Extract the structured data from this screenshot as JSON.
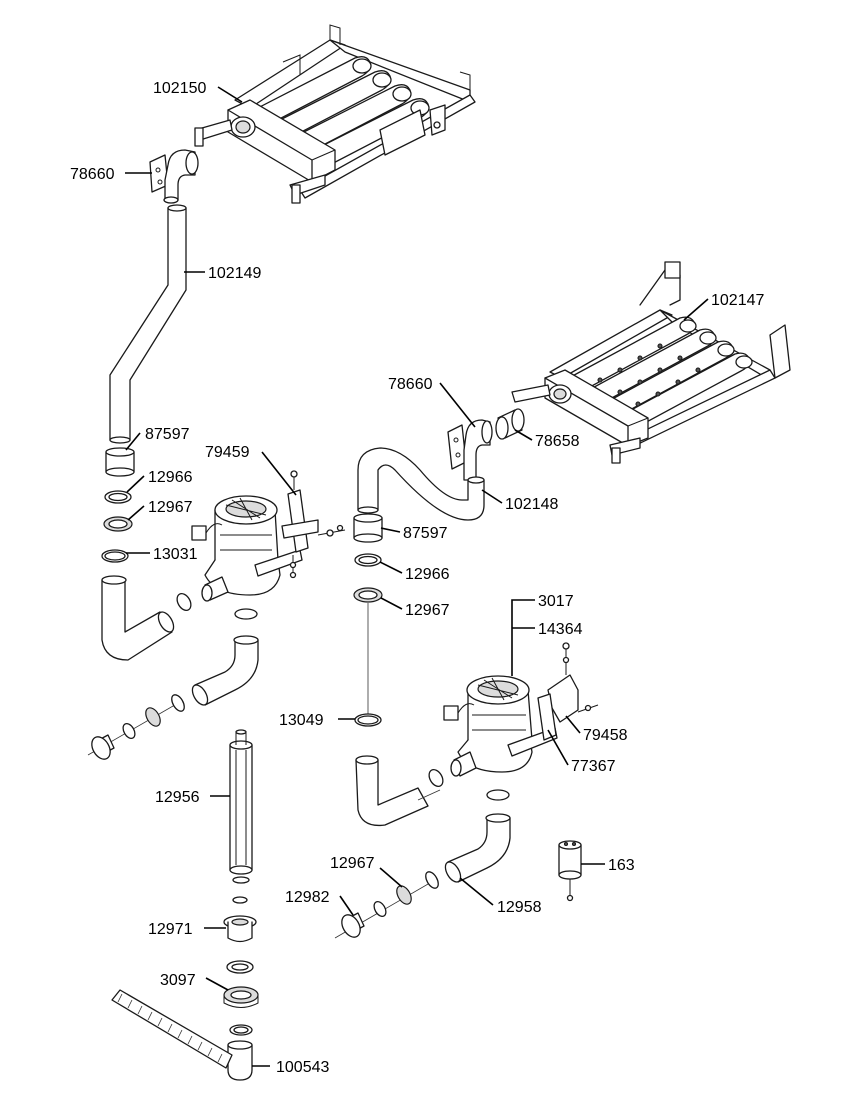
{
  "labels": {
    "l_102150": "102150",
    "l_78660_a": "78660",
    "l_102149": "102149",
    "l_87597_a": "87597",
    "l_12966_a": "12966",
    "l_12967_a": "12967",
    "l_13031": "13031",
    "l_79459": "79459",
    "l_102147": "102147",
    "l_78660_b": "78660",
    "l_78658": "78658",
    "l_102148": "102148",
    "l_87597_b": "87597",
    "l_12966_b": "12966",
    "l_12967_b": "12967",
    "l_3017": "3017",
    "l_14364": "14364",
    "l_79458": "79458",
    "l_77367": "77367",
    "l_13049": "13049",
    "l_12956": "12956",
    "l_163": "163",
    "l_12967_c": "12967",
    "l_12982": "12982",
    "l_12958": "12958",
    "l_12971": "12971",
    "l_3097": "3097",
    "l_100543": "100543"
  }
}
